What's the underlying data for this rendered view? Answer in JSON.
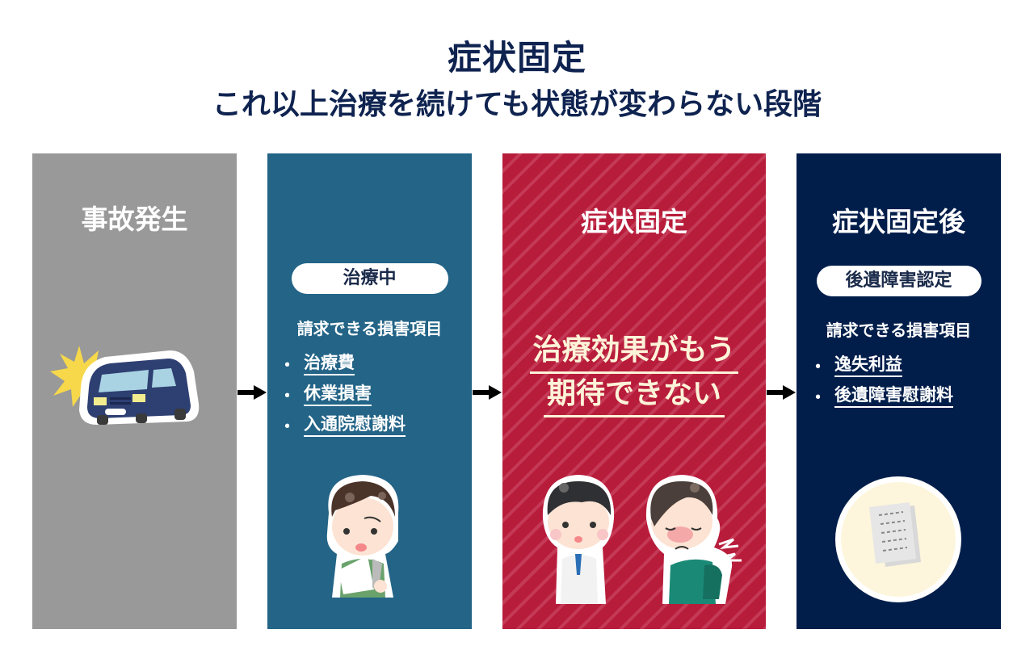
{
  "header": {
    "title": "症状固定",
    "subtitle": "これ以上治療を続けても状態が変わらない段階"
  },
  "colors": {
    "title_text": "#0f2350",
    "panel_accident": "#999999",
    "panel_treatment": "#236487",
    "panel_fixed": "#b81c3b",
    "panel_after": "#011e4b"
  },
  "panels": [
    {
      "title": "事故発生",
      "illustration": "car-crash-icon"
    },
    {
      "badge": "治療中",
      "subheading": "請求できる損害項目",
      "items": [
        "治療費",
        "休業損害",
        "入通院慰謝料"
      ],
      "illustration": "injured-patient-icon"
    },
    {
      "title": "症状固定",
      "message_lines": [
        "治療効果がもう",
        "期待できない"
      ],
      "illustration": "doctor-and-patient-icon"
    },
    {
      "title": "症状固定後",
      "badge": "後遺障害認定",
      "subheading": "請求できる損害項目",
      "items": [
        "逸失利益",
        "後遺障害慰謝料"
      ],
      "illustration": "documents-icon"
    }
  ],
  "bullet": "・"
}
